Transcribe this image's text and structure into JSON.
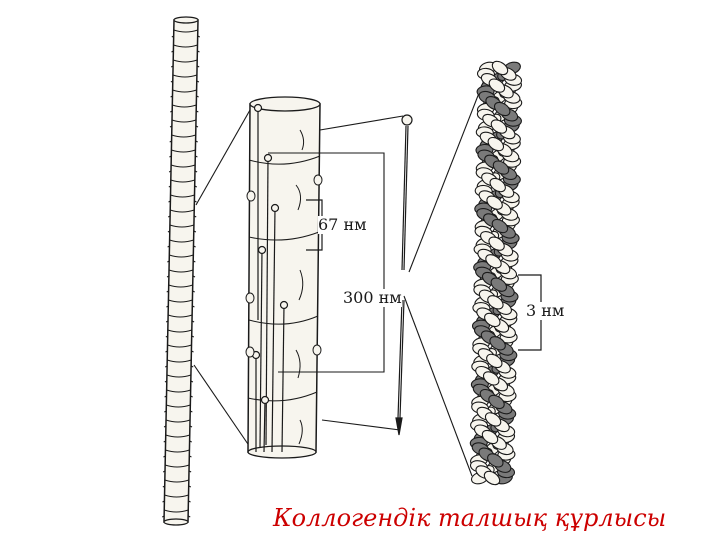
{
  "labels": {
    "period": "67 нм",
    "molecule_length": "300 нм",
    "helix_diameter": "3 нм"
  },
  "caption": "Коллогендік талшық құрлысы",
  "colors": {
    "ink": "#1a1a1a",
    "caption": "#cc0000",
    "fill_light": "#f7f5ee",
    "fill_shade": "#7a7a7a"
  }
}
